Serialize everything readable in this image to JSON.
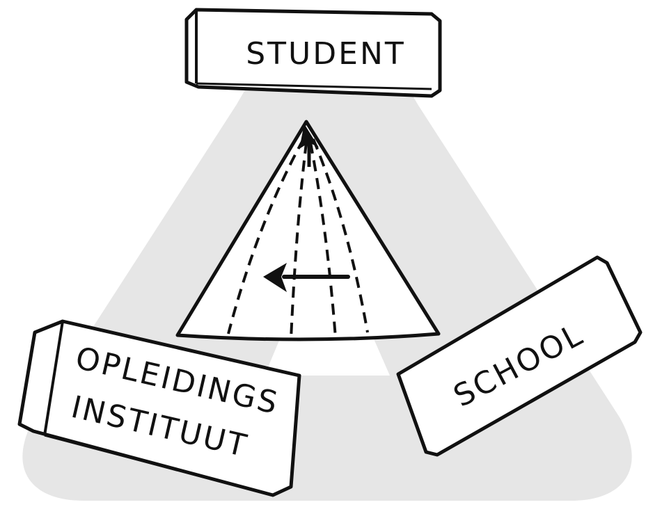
{
  "diagram": {
    "labels": {
      "top": "STUDENT",
      "bottom_right": "SCHOOL",
      "bottom_left_line1": "OPLEIDINGS",
      "bottom_left_line2": "INSTITUUT"
    },
    "colors": {
      "background_triangle": "#e6e6e6",
      "ink": "#111111",
      "paper": "#ffffff"
    },
    "icons": [
      "up-arrow-icon",
      "left-arrow-icon"
    ]
  }
}
